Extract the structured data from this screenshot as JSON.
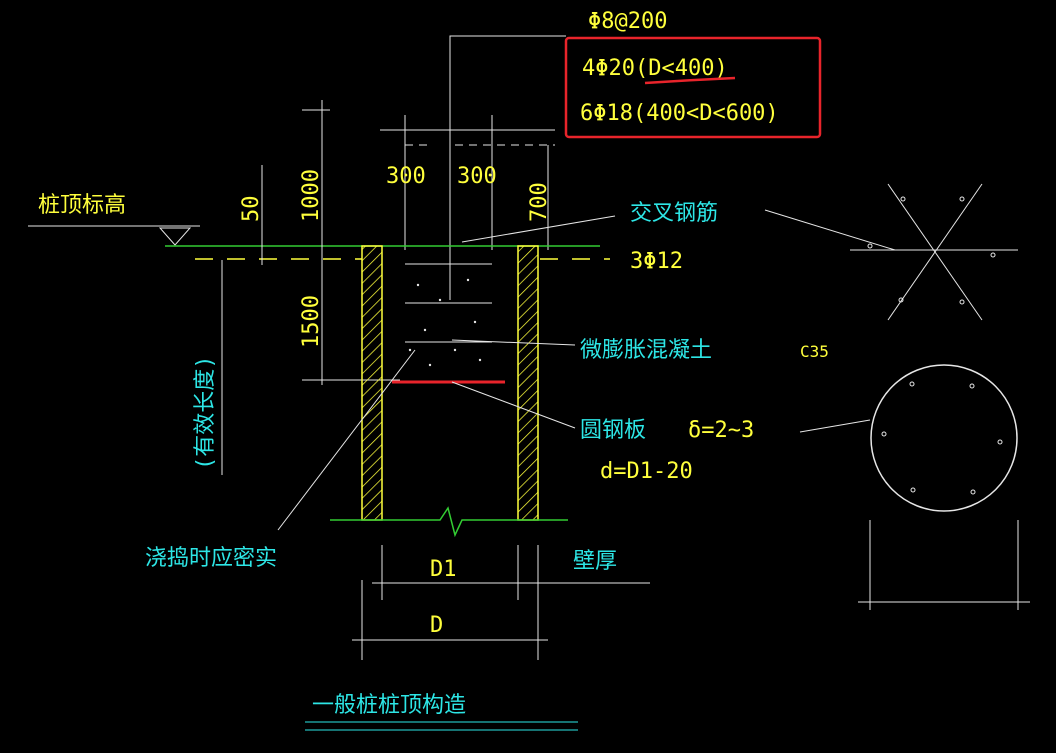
{
  "labels": {
    "stirrup": "Φ8@200",
    "rebar_small": "4Φ20(D<400)",
    "rebar_large": "6Φ18(400<D<600)",
    "dim_300_left": "300",
    "dim_300_right": "300",
    "pile_top_elevation": "桩顶标高",
    "dim_50": "50",
    "dim_1000": "1000",
    "dim_700": "700",
    "cross_rebar": "交叉钢筋",
    "rebar_3phi12": "3Φ12",
    "dim_1500": "1500",
    "effective_length": "(有效长度)",
    "micro_expansion_concrete": "微膨胀混凝土",
    "concrete_grade": "C35",
    "round_steel_plate": "圆钢板",
    "plate_thickness": "δ=2~3",
    "plate_diameter": "d=D1-20",
    "compact_when_pouring": "浇捣时应密实",
    "dim_D1": "D1",
    "wall_thickness": "壁厚",
    "dim_D": "D",
    "title": "一般桩桩顶构造"
  },
  "colors": {
    "background": "#000000",
    "yellow": "#ffff3c",
    "cyan": "#2de6e6",
    "white": "#e6e6e6",
    "green": "#33cc33",
    "highlight_red": "#e8242b"
  }
}
